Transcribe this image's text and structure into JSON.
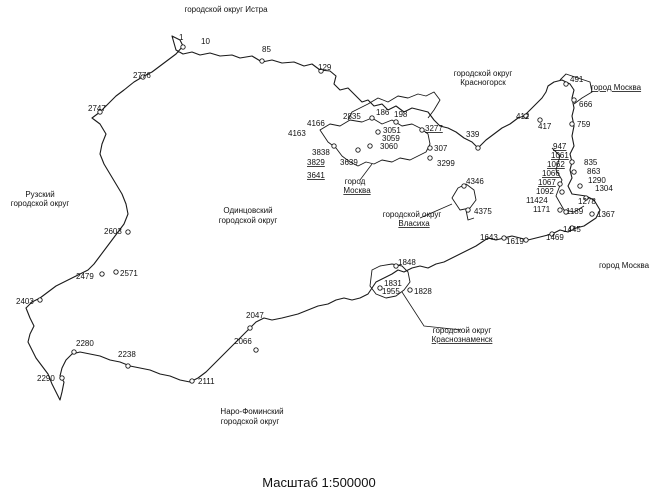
{
  "map": {
    "scale_label": "Масштаб 1:500000",
    "regions": {
      "istra": "городской округ Истра",
      "krasnogorsk_line1": "городской округ",
      "krasnogorsk_line2": "Красногорск",
      "moskva_top": "город Москва",
      "ruza_line1": "Рузский",
      "ruza_line2": "городской округ",
      "odintsovo_line1": "Одинцовский",
      "odintsovo_line2": "городской округ",
      "moskva_inner_line1": "город",
      "moskva_inner_line2": "Москва",
      "vlasikha_line1": "городской округ",
      "vlasikha_line2": "Власиха",
      "moskva_right": "город Москва",
      "krasnoznamensk_line1": "городской округ",
      "krasnoznamensk_line2": "Краснознаменск",
      "narofominsk_line1": "Наро-Фоминский",
      "narofominsk_line2": "городской округ"
    },
    "points": {
      "p1": "1",
      "p10": "10",
      "p85": "85",
      "p129": "129",
      "p2776": "2776",
      "p2747": "2747",
      "p186": "186",
      "p198": "198",
      "p2835": "2835",
      "p4166": "4166",
      "p4163": "4163",
      "p3051": "3051",
      "p3059": "3059",
      "p3060": "3060",
      "p3277": "3277",
      "p307": "307",
      "p339": "339",
      "p3299": "3299",
      "p3838": "3838",
      "p3829": "3829",
      "p3641": "3641",
      "p3639": "3639",
      "p412": "412",
      "p417": "417",
      "p491": "491",
      "p666": "666",
      "p759": "759",
      "p947": "947",
      "p1061": "1061",
      "p1062": "1062",
      "p1066": "1066",
      "p1067": "1067",
      "p1092": "1092",
      "p11424": "11424",
      "p835": "835",
      "p863": "863",
      "p1290": "1290",
      "p1304": "1304",
      "p1278": "1278",
      "p1171": "1171",
      "p1189": "1189",
      "p1367": "1367",
      "p1445": "1445",
      "p1469": "1469",
      "p1643": "1643",
      "p1619": "1619",
      "p4346": "4346",
      "p4375": "4375",
      "p1848": "1848",
      "p1831": "1831",
      "p1955": "1955",
      "p1828": "1828",
      "p2047": "2047",
      "p2066": "2066",
      "p2111": "2111",
      "p2238": "2238",
      "p2280": "2280",
      "p2290": "2290",
      "p2403": "2403",
      "p2479": "2479",
      "p2571": "2571",
      "p2603": "2603"
    }
  }
}
